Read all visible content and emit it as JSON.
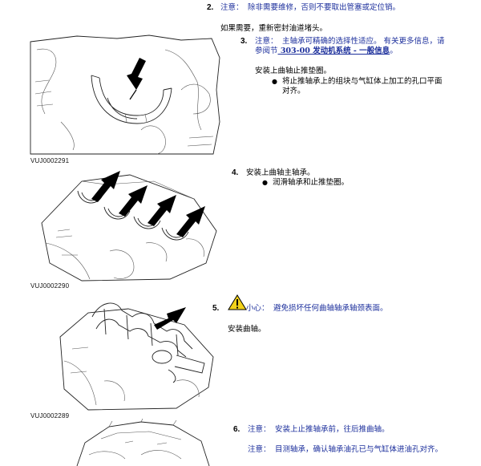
{
  "steps": [
    {
      "number": "2.",
      "note_label": "注意：",
      "text": "除非需要维修，否则不要取出管塞或定位销。"
    },
    {
      "number": "3.",
      "note_label": "注意：",
      "text_line1": "主轴承可精确的选择性适应。 有关更多信息，请",
      "text_line2_prefix": "参阅节",
      "link_text": " 303-00 发动机系统 - 一般信息",
      "text_line2_suffix": "。",
      "instruction": "安装上曲轴止推垫圈。",
      "bullet_line1": "将止推轴承上的组块与气缸体上加工的孔口平面",
      "bullet_line2": "对齐。"
    },
    {
      "number": "4.",
      "instruction": "安装上曲轴主轴承。",
      "bullet": "润滑轴承和止推垫圈。"
    },
    {
      "number": "5.",
      "caution_label": "小心：",
      "caution_text": "避免损坏任何曲轴轴承轴颈表面。",
      "instruction": "安装曲轴。"
    },
    {
      "number": "6.",
      "note_label": "注意：",
      "text": "安装上止推轴承前，往后推曲轴。",
      "note2_label": "注意：",
      "note2_text": "目测轴承，确认轴承油孔已与气缸体进油孔对齐。"
    }
  ],
  "plug_note": "如果需要，重新密封油道堵头。",
  "figures": [
    "VUJ0002291",
    "VUJ0002290",
    "VUJ0002289"
  ],
  "icons": {
    "bullet": "●",
    "caution": "caution-triangle-icon"
  },
  "colors": {
    "note_blue": "#1c2f9c",
    "caution_yellow": "#f2d21b"
  }
}
